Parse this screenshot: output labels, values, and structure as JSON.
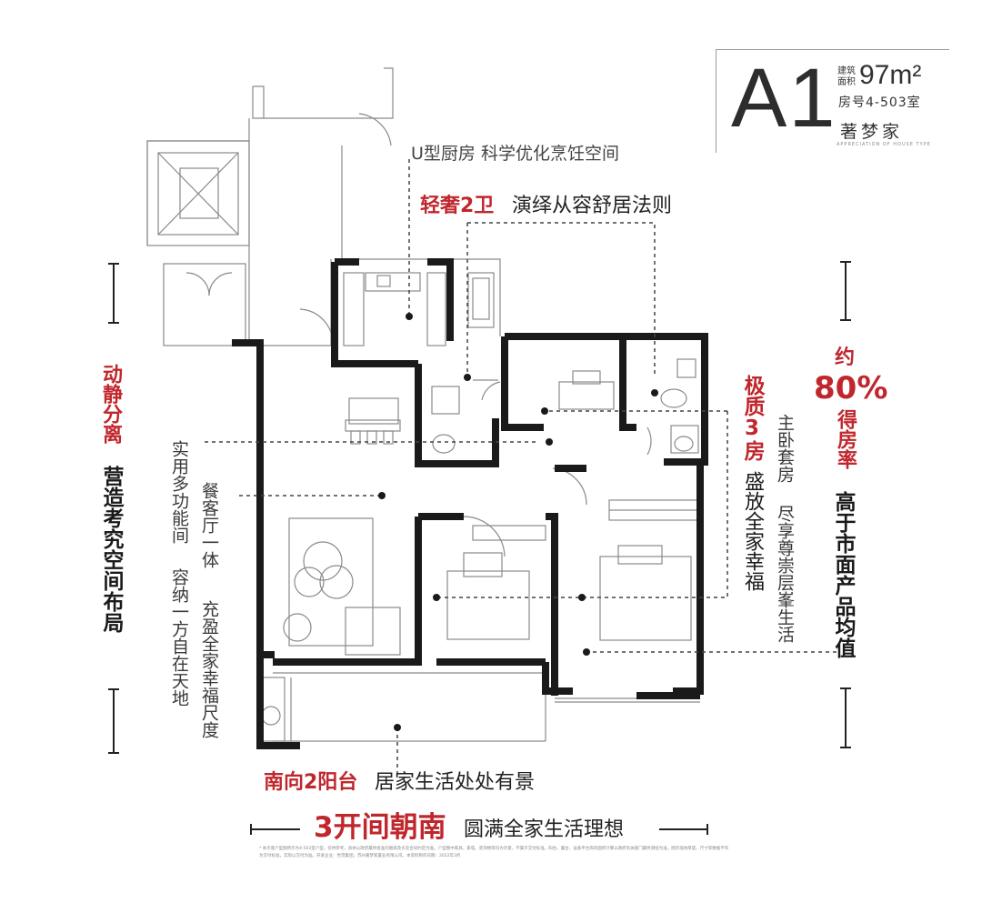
{
  "header": {
    "unit_code": "A1",
    "area_label": "建筑面积",
    "area_value": "97m²",
    "room_number": "房号4-503室",
    "brand": "著梦家",
    "brand_en": "APPRECIATION OF HOUSE TYPE"
  },
  "captions": {
    "kitchen": "U型厨房 科学优化烹饪空间",
    "bath_highlight": "轻奢2卫",
    "bath_text": "演绎从容舒居法则",
    "balcony_highlight": "南向2阳台",
    "balcony_text": "居家生活处处有景",
    "south_highlight": "3开间朝南",
    "south_text": "圆满全家生活理想",
    "rooms_highlight": "极质3房",
    "rooms_text": "盛放全家幸福",
    "master_a": "主卧套房",
    "master_b": "尽享尊崇层峯生活",
    "living_a": "餐客厅一体",
    "living_b": "充盈全家幸福尺度",
    "multi_a": "实用多功能间",
    "multi_b": "容纳一方自在天地",
    "left_highlight": "动静分离",
    "left_text": "营造考究空间布局",
    "rate_a": "约",
    "rate_b": "80%",
    "rate_c": "得房率",
    "rate_text": "高于市面产品均值"
  },
  "footnote": "* 本示意户型图所示为4-503室户型，仅供参考，具体以政府最终批准的图纸及买卖合同约定为准。户型图中家具、家电、装饰物等均为示意，不属于交付标准。阳台、露台、设备平台等的面积计算以政府有关部门最终测绘为准。图示墙体厚度、尺寸等数据不作为交付标准，实际以交付为准。开发企业：世茂集团；苏州著梦家置业有限公司。本资料制作日期：2022年3月"
}
